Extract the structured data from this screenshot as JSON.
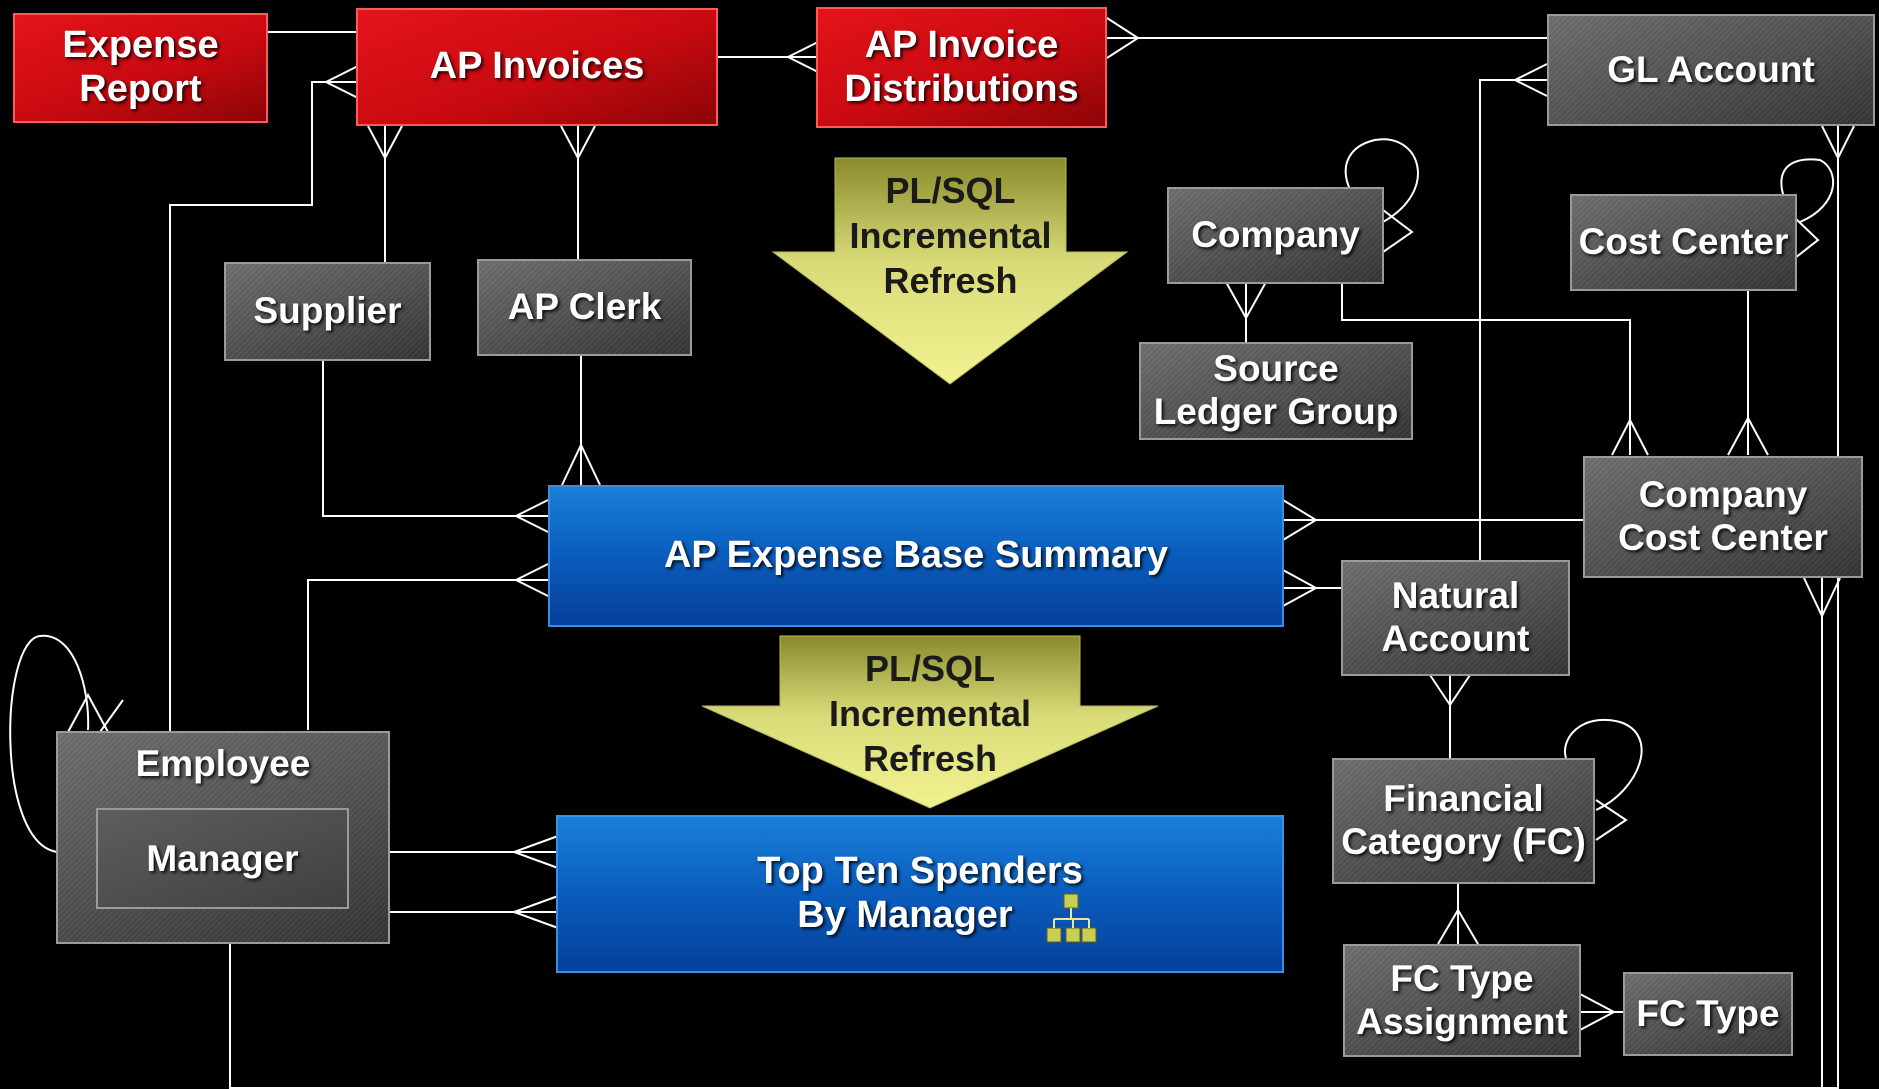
{
  "colors": {
    "background": "#000000",
    "source_entity": "#d4141b",
    "dimension_entity": "#555555",
    "summary_entity": "#0a5cbd",
    "refresh_arrow": "#d6d86a",
    "connector": "#ffffff"
  },
  "entities": {
    "expense_report": [
      "Expense",
      "Report"
    ],
    "ap_invoices": [
      "AP Invoices"
    ],
    "ap_invoice_distributions": [
      "AP Invoice",
      "Distributions"
    ],
    "gl_account": [
      "GL Account"
    ],
    "supplier": [
      "Supplier"
    ],
    "ap_clerk": [
      "AP Clerk"
    ],
    "company": [
      "Company"
    ],
    "cost_center": [
      "Cost Center"
    ],
    "source_ledger_group": [
      "Source",
      "Ledger Group"
    ],
    "ap_expense_base_summary": [
      "AP Expense Base Summary"
    ],
    "company_cost_center": [
      "Company",
      "Cost Center"
    ],
    "natural_account": [
      "Natural",
      "Account"
    ],
    "employee": [
      "Employee"
    ],
    "manager": [
      "Manager"
    ],
    "top_ten_spenders": [
      "Top Ten Spenders",
      "By Manager"
    ],
    "financial_category": [
      "Financial",
      "Category (FC)"
    ],
    "fc_type_assignment": [
      "FC Type",
      "Assignment"
    ],
    "fc_type": [
      "FC Type"
    ]
  },
  "refresh_arrows": {
    "upper": [
      "PL/SQL",
      "Incremental",
      "Refresh"
    ],
    "lower": [
      "PL/SQL",
      "Incremental",
      "Refresh"
    ]
  },
  "icons": {
    "top_ten_spenders": "hierarchy-icon"
  }
}
